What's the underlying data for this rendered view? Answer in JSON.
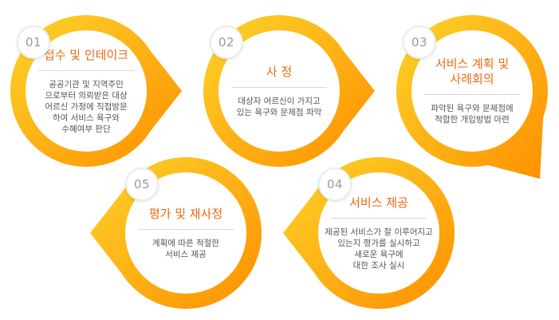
{
  "steps": [
    {
      "number": "01",
      "title": "접수 및 인테이크",
      "description": "공공기관 및 지역주민\n으로부터 의뢰받은 대상\n어르신 가정에 직접방문\n하여 서비스 욕구와\n수혜여부 판단",
      "pointer": "right"
    },
    {
      "number": "02",
      "title": "사 정",
      "description": "대상자 어르신이 가지고\n있는 욕구와 문제점 파악",
      "pointer": "right"
    },
    {
      "number": "03",
      "title": "서비스 계획 및\n사례회의",
      "description": "파악된 욕구와 문제점에\n적합한 개입방법 마련",
      "pointer": "bottom-right"
    },
    {
      "number": "04",
      "title": "서비스 제공",
      "description": "제공된 서비스가 잘 이루어지고\n있는지 평가를 실시하고\n새로운 욕구에\n대한 조사 실시",
      "pointer": "left"
    },
    {
      "number": "05",
      "title": "평가 및 재사정",
      "description": "계획에 따른 적절한\n서비스 제공",
      "pointer": "left"
    }
  ],
  "colors": {
    "ring_outer": "#fdd42a",
    "ring_inner": "#ff8f00",
    "title": "#e86a12",
    "text": "#555555",
    "badge_text": "#9a9a9a"
  }
}
